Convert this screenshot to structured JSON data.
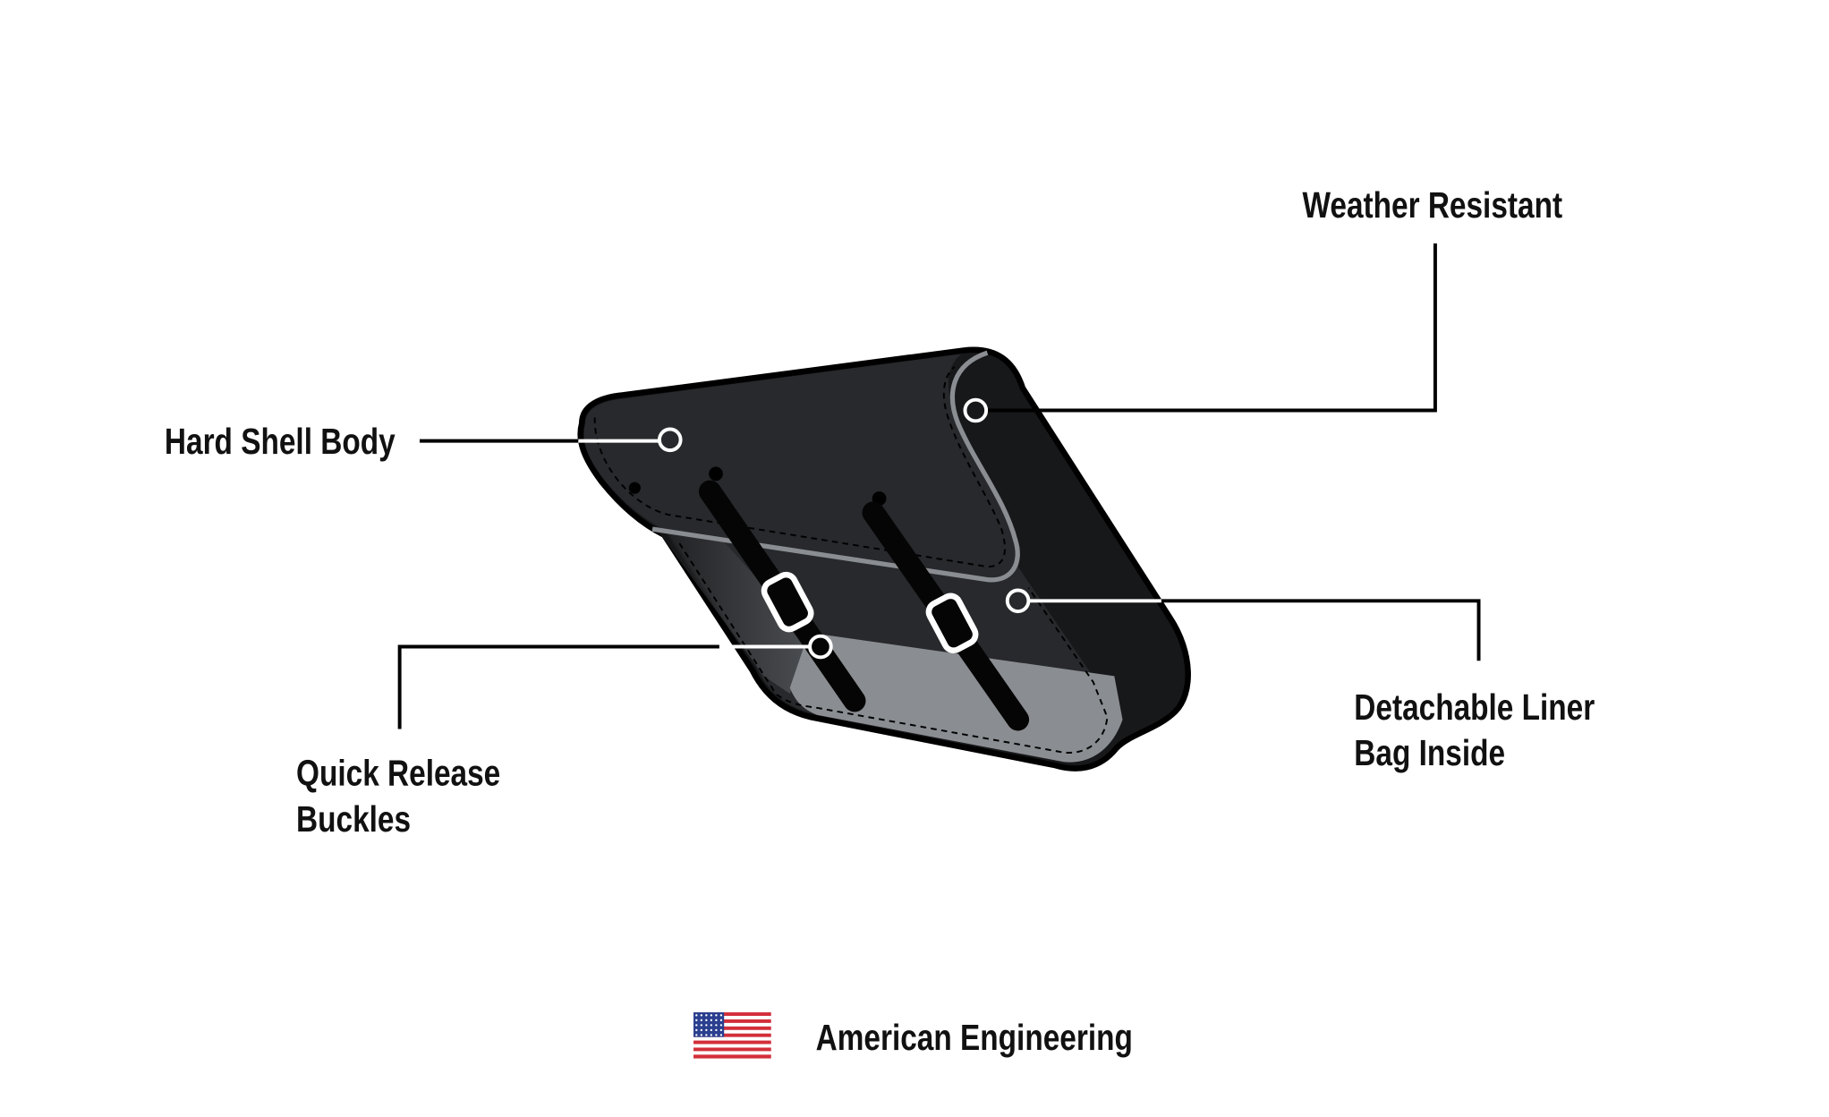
{
  "callouts": {
    "weather": {
      "label": "Weather Resistant"
    },
    "hard_shell": {
      "label": "Hard Shell Body"
    },
    "buckles": {
      "line1": "Quick Release",
      "line2": "Buckles"
    },
    "liner": {
      "line1": "Detachable Liner",
      "line2": "Bag Inside"
    }
  },
  "footer": {
    "flag_icon": "us-flag-icon",
    "label": "American Engineering"
  },
  "colors": {
    "bag_dark": "#17181a",
    "bag_front": "#27292c",
    "trim_gray": "#8a8d91",
    "text": "#111111"
  }
}
